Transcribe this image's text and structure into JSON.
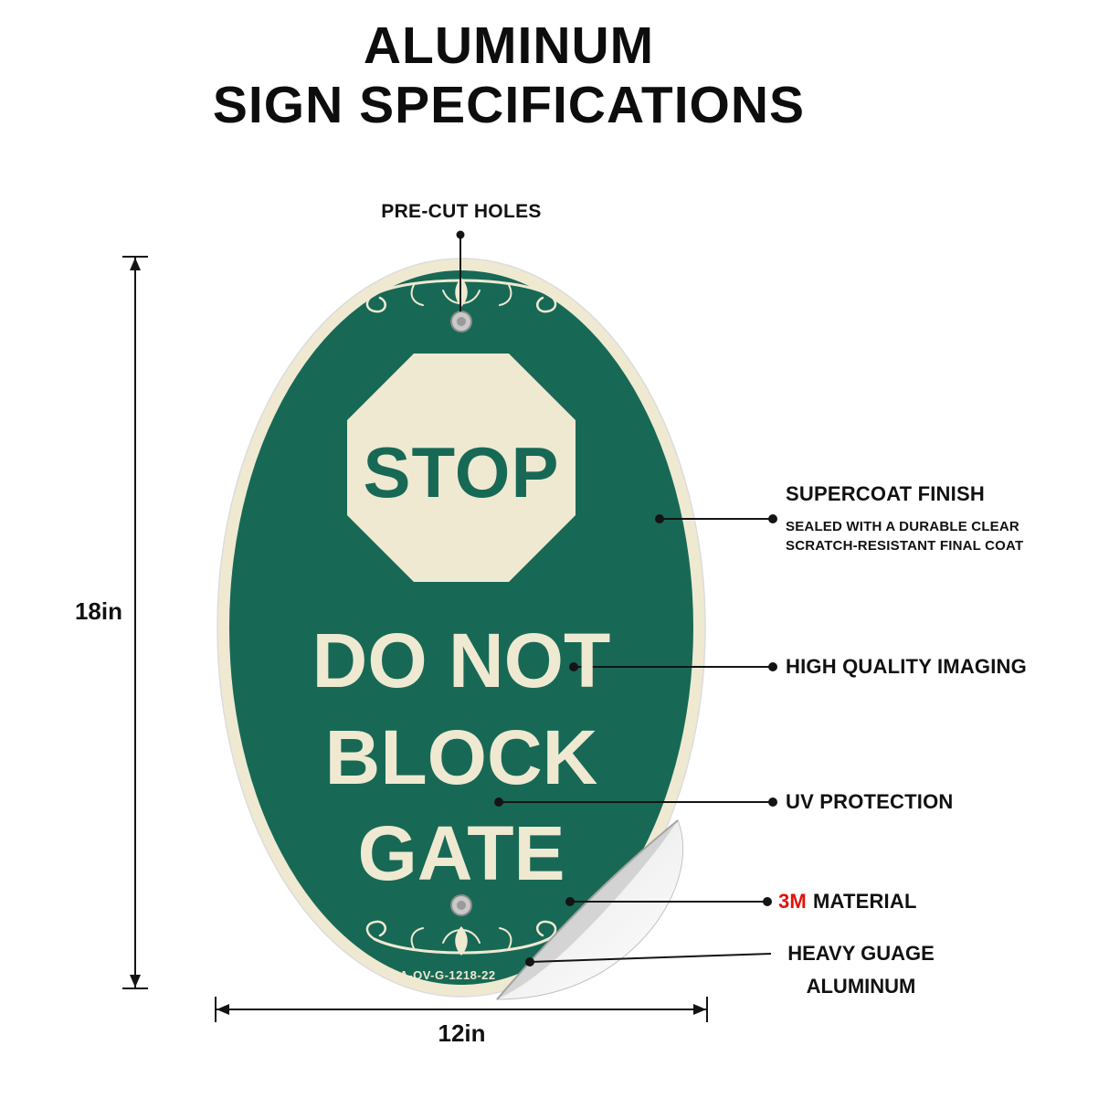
{
  "page": {
    "title_line1": "ALUMINUM",
    "title_line2": "SIGN SPECIFICATIONS"
  },
  "sign": {
    "stop": "STOP",
    "line1": "DO NOT",
    "line2": "BLOCK",
    "line3": "GATE",
    "sku": "A-OV-G-1218-22",
    "colors": {
      "green": "#176955",
      "ivory": "#EFE9D2"
    }
  },
  "dimensions": {
    "height": "18in",
    "width": "12in"
  },
  "callouts": {
    "precut": "PRE-CUT HOLES",
    "supercoat_title": "SUPERCOAT FINISH",
    "supercoat_sub1": "SEALED WITH A DURABLE CLEAR",
    "supercoat_sub2": "SCRATCH-RESISTANT FINAL COAT",
    "imaging": "HIGH QUALITY IMAGING",
    "uv": "UV PROTECTION",
    "material_brand": "3M",
    "material_rest": "MATERIAL",
    "material_brand_color": "#E3120B",
    "gauge_line1": "HEAVY GUAGE",
    "gauge_line2": "ALUMINUM"
  }
}
